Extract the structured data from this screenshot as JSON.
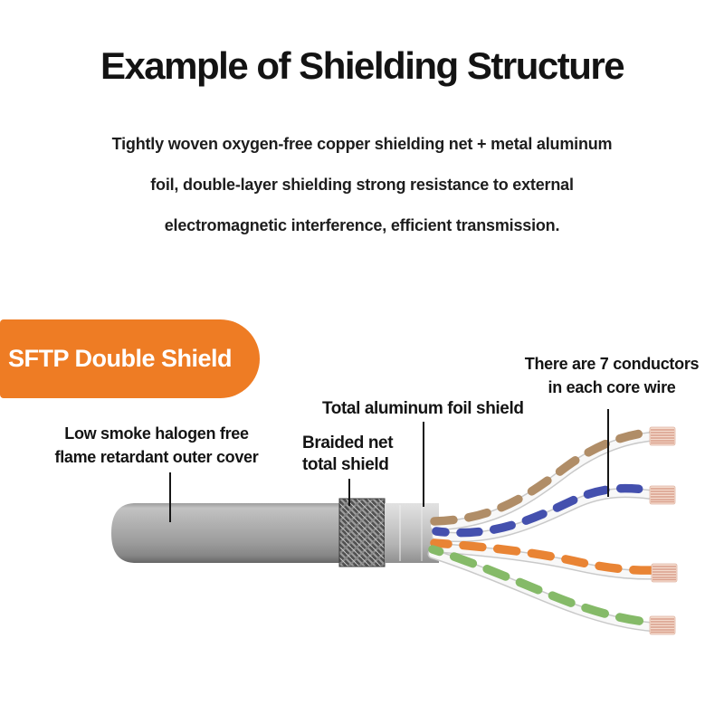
{
  "title": "Example of Shielding Structure",
  "description": {
    "lines": [
      "Tightly woven oxygen-free copper shielding net + metal aluminum",
      "foil, double-layer shielding strong resistance to external",
      "electromagnetic interference, efficient transmission."
    ]
  },
  "banner": {
    "label": "SFTP Double Shield",
    "background": "#ee7c24",
    "text_color": "#ffffff"
  },
  "callouts": {
    "conductors": {
      "line1": "There are 7 conductors",
      "line2": "in each core wire"
    },
    "foil": {
      "label": "Total aluminum foil shield"
    },
    "braid": {
      "line1": "Braided net",
      "line2": "total shield"
    },
    "jacket": {
      "line1": "Low smoke halogen free",
      "line2": "flame retardant outer cover"
    }
  },
  "diagram": {
    "pair_colors": {
      "brown": "#b08d67",
      "blue": "#4450ae",
      "orange": "#e98434",
      "green": "#85ba68"
    },
    "copper_color": "#e9c6b8",
    "copper_strand_color": "#d9a08c",
    "jacket_color": "#a5a5a5",
    "braid_color": "#515151",
    "foil_color": "#c6c6c6"
  }
}
